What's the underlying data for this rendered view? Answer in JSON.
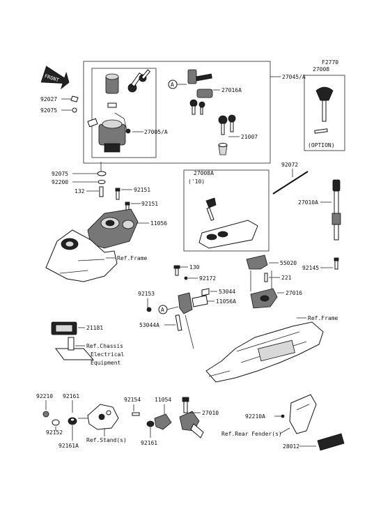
{
  "figure_code": "F2770",
  "front_label": "FRONT",
  "callouts": {
    "p27045A": "27045/A",
    "p27008": "27008",
    "p92027": "92027",
    "p92075a": "92075",
    "markA1": "A",
    "p27016A": "27016A",
    "p27005A": "27005/A",
    "p21007": "21007",
    "option": "(OPTION)",
    "p92075b": "92075",
    "p92200": "92200",
    "p132": "132",
    "p92151a": "92151",
    "p92151b": "92151",
    "p11056": "11056",
    "refFrame1": "Ref.Frame",
    "p27008A": "27008A",
    "year10": "('10)",
    "p92072": "92072",
    "p27010A": "27010A",
    "p55020": "55020",
    "p92145": "92145",
    "p130": "130",
    "p92172": "92172",
    "p221": "221",
    "p53044": "53044",
    "p27016": "27016",
    "p92153": "92153",
    "markA2": "A",
    "p11056A": "11056A",
    "p53044A": "53044A",
    "refFrame2": "Ref.Frame",
    "p21181": "21181",
    "refChassis1": "Ref.Chassis",
    "refChassis2": "Electrical",
    "refChassis3": "Equipment",
    "p92210": "92210",
    "p92161a": "92161",
    "p92154": "92154",
    "p11054": "11054",
    "p27010": "27010",
    "p92152": "92152",
    "refStand": "Ref.Stand(s)",
    "p92161b": "92161",
    "p92161A": "92161A",
    "p92210A": "92210A",
    "refRearFender": "Ref.Rear Fender(s)",
    "p28012": "28012"
  }
}
